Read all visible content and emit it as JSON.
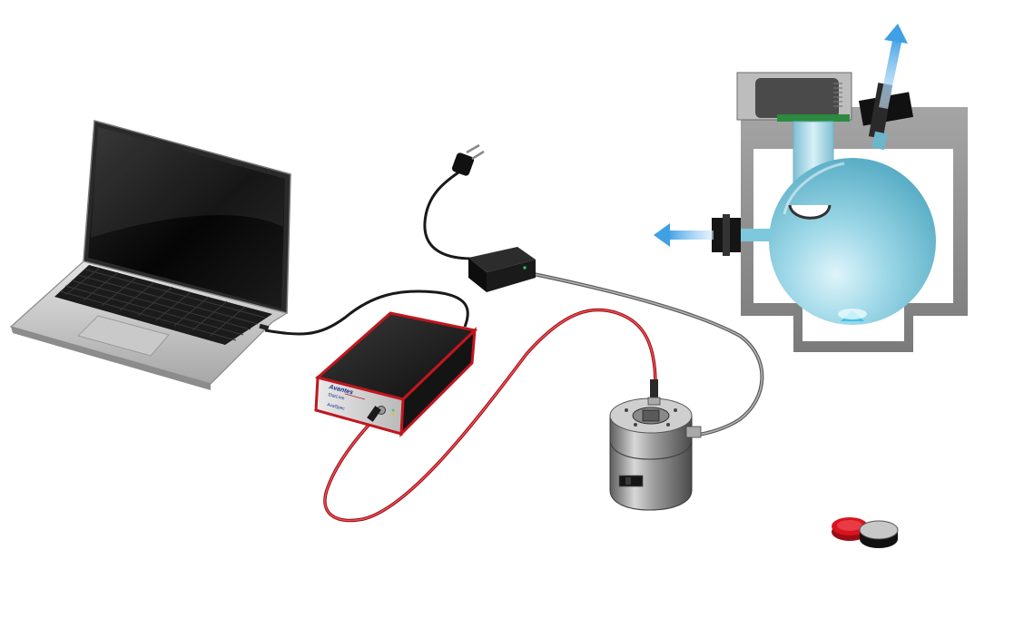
{
  "spectrometer": {
    "brand_label": "Avantes",
    "model_label": "StarLine",
    "sub_label": "AvaSpec"
  },
  "colors": {
    "fiber_red": "#e0202a",
    "cable_black": "#1a1a1a",
    "cable_gray": "#8a8a8a",
    "flow_arrow": "#3fa0e6",
    "sphere_fill": "#7ec8dd",
    "chamber_gray": "#8d8d8d",
    "cap_red": "#d8141e"
  },
  "icons": [
    "laptop-icon",
    "power-plug-icon",
    "power-adapter-icon",
    "spectrometer-icon",
    "fiber-cable-icon",
    "light-source-icon",
    "integrating-sphere-icon",
    "arrow-up-icon",
    "arrow-left-icon",
    "sample-cap-icon"
  ]
}
